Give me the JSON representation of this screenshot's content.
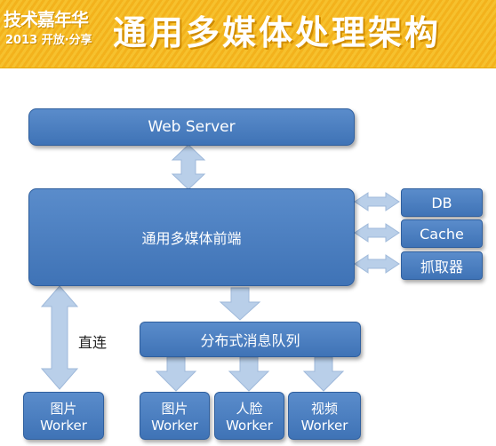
{
  "header": {
    "logo_line1": "技术嘉年华",
    "logo_line2": "2013 开放·分享",
    "title": "通用多媒体处理架构"
  },
  "diagram": {
    "web_server": "Web Server",
    "frontend": "通用多媒体前端",
    "db": "DB",
    "cache": "Cache",
    "crawler": "抓取器",
    "queue": "分布式消息队列",
    "direct_label": "直连",
    "worker_image_direct": {
      "line1": "图片",
      "line2": "Worker"
    },
    "worker_image": {
      "line1": "图片",
      "line2": "Worker"
    },
    "worker_face": {
      "line1": "人脸",
      "line2": "Worker"
    },
    "worker_video": {
      "line1": "视频",
      "line2": "Worker"
    }
  },
  "colors": {
    "box_fill": "#4a7fc0",
    "arrow_fill": "#b6cde8",
    "banner": "#f4b81f"
  }
}
